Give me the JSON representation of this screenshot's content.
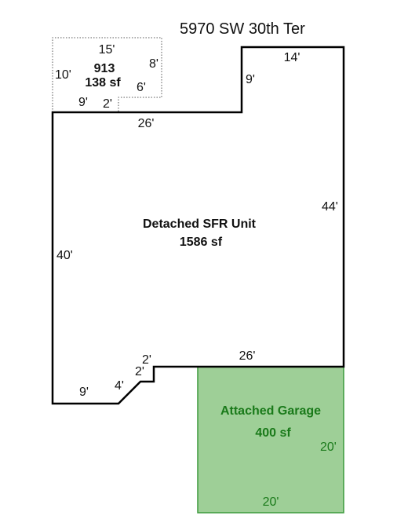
{
  "address": "5970 SW 30th Ter",
  "colors": {
    "outline": "#000000",
    "garage_fill": "#9ecf97",
    "garage_stroke": "#3c9a3c",
    "garage_text": "#1a7a1a",
    "dotted": "#555555"
  },
  "areas": {
    "addition": {
      "code": "913",
      "area": "138 sf"
    },
    "main": {
      "name": "Detached SFR Unit",
      "area": "1586 sf"
    },
    "garage": {
      "name": "Attached Garage",
      "area": "400 sf"
    }
  },
  "dimensions": {
    "add_top": "15'",
    "add_left": "10'",
    "add_right": "8'",
    "add_inner": "6'",
    "add_bottom_left": "9'",
    "add_bottom_step": "2'",
    "main_top_left": "26'",
    "main_step": "9'",
    "main_top_right": "14'",
    "main_right": "44'",
    "main_left": "40'",
    "main_bottom": "26'",
    "notch_top": "2'",
    "notch_side": "2'",
    "diagonal": "4'",
    "bottom_left": "9'",
    "garage_right": "20'",
    "garage_bottom": "20'"
  }
}
